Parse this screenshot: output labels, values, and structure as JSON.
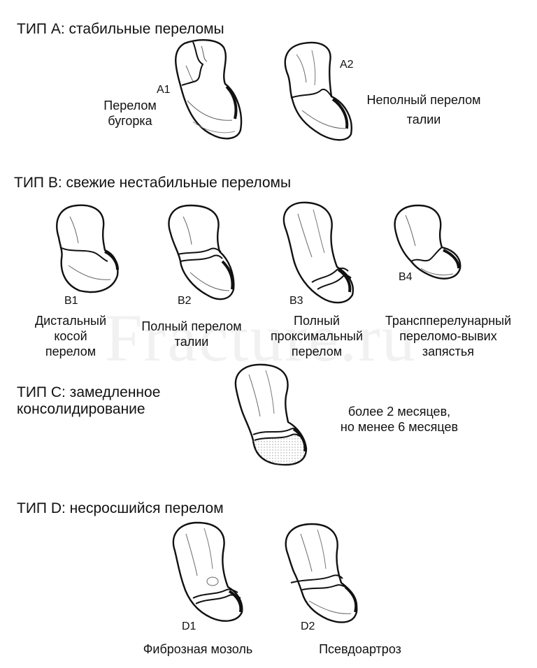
{
  "watermark": "Fracture.ru",
  "sections": {
    "a": {
      "title": "ТИП А: стабильные переломы"
    },
    "b": {
      "title": "ТИП В: свежие нестабильные переломы"
    },
    "c": {
      "title": [
        "ТИП С: замедленное",
        "консолидирование"
      ]
    },
    "d": {
      "title": "ТИП D: несросшийся перелом"
    }
  },
  "items": {
    "a1": {
      "code": "A1",
      "caption": [
        "Перелом",
        "бугорка"
      ]
    },
    "a2": {
      "code": "A2",
      "caption": [
        "Неполный перелом",
        "талии"
      ]
    },
    "b1": {
      "code": "B1",
      "caption": [
        "Дистальный",
        "косой",
        "перелом"
      ]
    },
    "b2": {
      "code": "B2",
      "caption": [
        "Полный перелом",
        "талии"
      ]
    },
    "b3": {
      "code": "B3",
      "caption": [
        "Полный",
        "проксимальный",
        "перелом"
      ]
    },
    "b4": {
      "code": "B4",
      "caption": [
        "Транспперелунарный",
        "переломо-вывих",
        "запястья"
      ]
    },
    "c": {
      "caption": [
        "более 2 месяцев,",
        "но менее 6 месяцев"
      ]
    },
    "d1": {
      "code": "D1",
      "caption": [
        "Фиброзная мозоль"
      ]
    },
    "d2": {
      "code": "D2",
      "caption": [
        "Псевдоартроз"
      ]
    }
  }
}
